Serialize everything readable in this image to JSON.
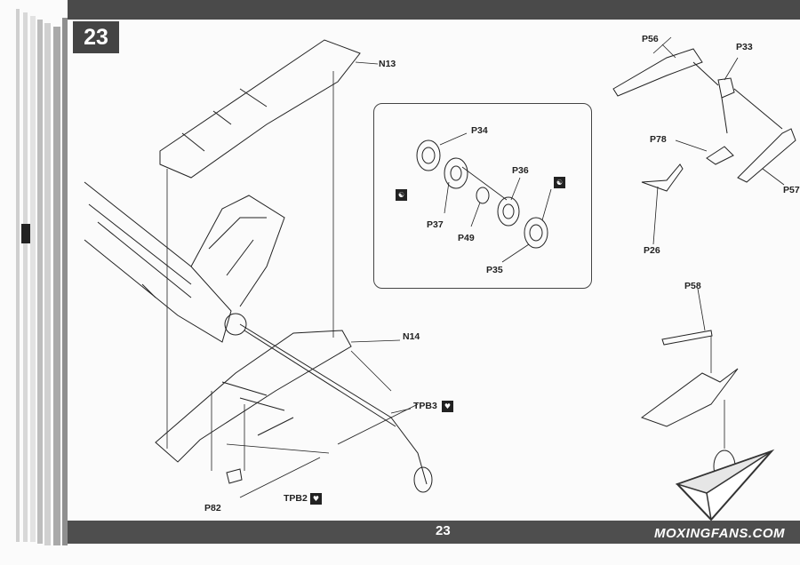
{
  "step": {
    "number": "23"
  },
  "footer": {
    "page_number": "23",
    "watermark": "MOXINGFANS.COM"
  },
  "parts": {
    "n13": "N13",
    "n14": "N14",
    "tpb3": "TPB3",
    "tpb2": "TPB2",
    "p82": "P82",
    "p34": "P34",
    "p36": "P36",
    "p37": "P37",
    "p49": "P49",
    "p35": "P35",
    "p56": "P56",
    "p33": "P33",
    "p78": "P78",
    "p57": "P57",
    "p26": "P26",
    "p58": "P58"
  },
  "colors": {
    "band": "#4a4a4a",
    "line": "#222222"
  },
  "icons": {
    "paint_symbol": "paint-swatch-icon",
    "glue_symbol": "glue-icon"
  }
}
